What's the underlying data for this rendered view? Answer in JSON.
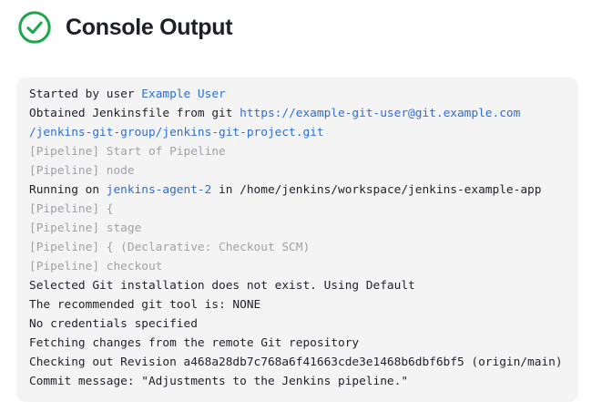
{
  "colors": {
    "success_green": "#1ea64b",
    "link_blue": "#2d6ed2",
    "console_background": "#f4f4f5",
    "console_text": "#20242a",
    "console_muted": "#9fa1a6",
    "title_text": "#1d2026"
  },
  "header": {
    "title": "Console Output",
    "status_icon": "success-check-circle"
  },
  "console": {
    "lines": [
      {
        "segments": [
          {
            "text": "Started by user ",
            "style": "text"
          },
          {
            "text": "Example User",
            "style": "link"
          }
        ]
      },
      {
        "segments": [
          {
            "text": "Obtained Jenkinsfile from git ",
            "style": "text"
          },
          {
            "text": "https://example-git-user@git.example.com",
            "style": "link"
          }
        ]
      },
      {
        "segments": [
          {
            "text": "/jenkins-git-group/jenkins-git-project.git",
            "style": "link"
          }
        ]
      },
      {
        "segments": [
          {
            "text": "[Pipeline] Start of Pipeline",
            "style": "muted"
          }
        ]
      },
      {
        "segments": [
          {
            "text": "[Pipeline] node",
            "style": "muted"
          }
        ]
      },
      {
        "segments": [
          {
            "text": "Running on ",
            "style": "text"
          },
          {
            "text": "jenkins-agent-2",
            "style": "link"
          },
          {
            "text": " in /home/jenkins/workspace/jenkins-example-app",
            "style": "text"
          }
        ]
      },
      {
        "segments": [
          {
            "text": "[Pipeline] {",
            "style": "muted"
          }
        ]
      },
      {
        "segments": [
          {
            "text": "[Pipeline] stage",
            "style": "muted"
          }
        ]
      },
      {
        "segments": [
          {
            "text": "[Pipeline] { (Declarative: Checkout SCM)",
            "style": "muted"
          }
        ]
      },
      {
        "segments": [
          {
            "text": "[Pipeline] checkout",
            "style": "muted"
          }
        ]
      },
      {
        "segments": [
          {
            "text": "Selected Git installation does not exist. Using Default",
            "style": "text"
          }
        ]
      },
      {
        "segments": [
          {
            "text": "The recommended git tool is: NONE",
            "style": "text"
          }
        ]
      },
      {
        "segments": [
          {
            "text": "No credentials specified",
            "style": "text"
          }
        ]
      },
      {
        "segments": [
          {
            "text": "Fetching changes from the remote Git repository",
            "style": "text"
          }
        ]
      },
      {
        "segments": [
          {
            "text": "Checking out Revision a468a28db7c768a6f41663cde3e1468b6dbf6bf5 (origin/main)",
            "style": "text"
          }
        ]
      },
      {
        "segments": [
          {
            "text": "Commit message: \"Adjustments to the Jenkins pipeline.\"",
            "style": "text"
          }
        ]
      }
    ]
  }
}
